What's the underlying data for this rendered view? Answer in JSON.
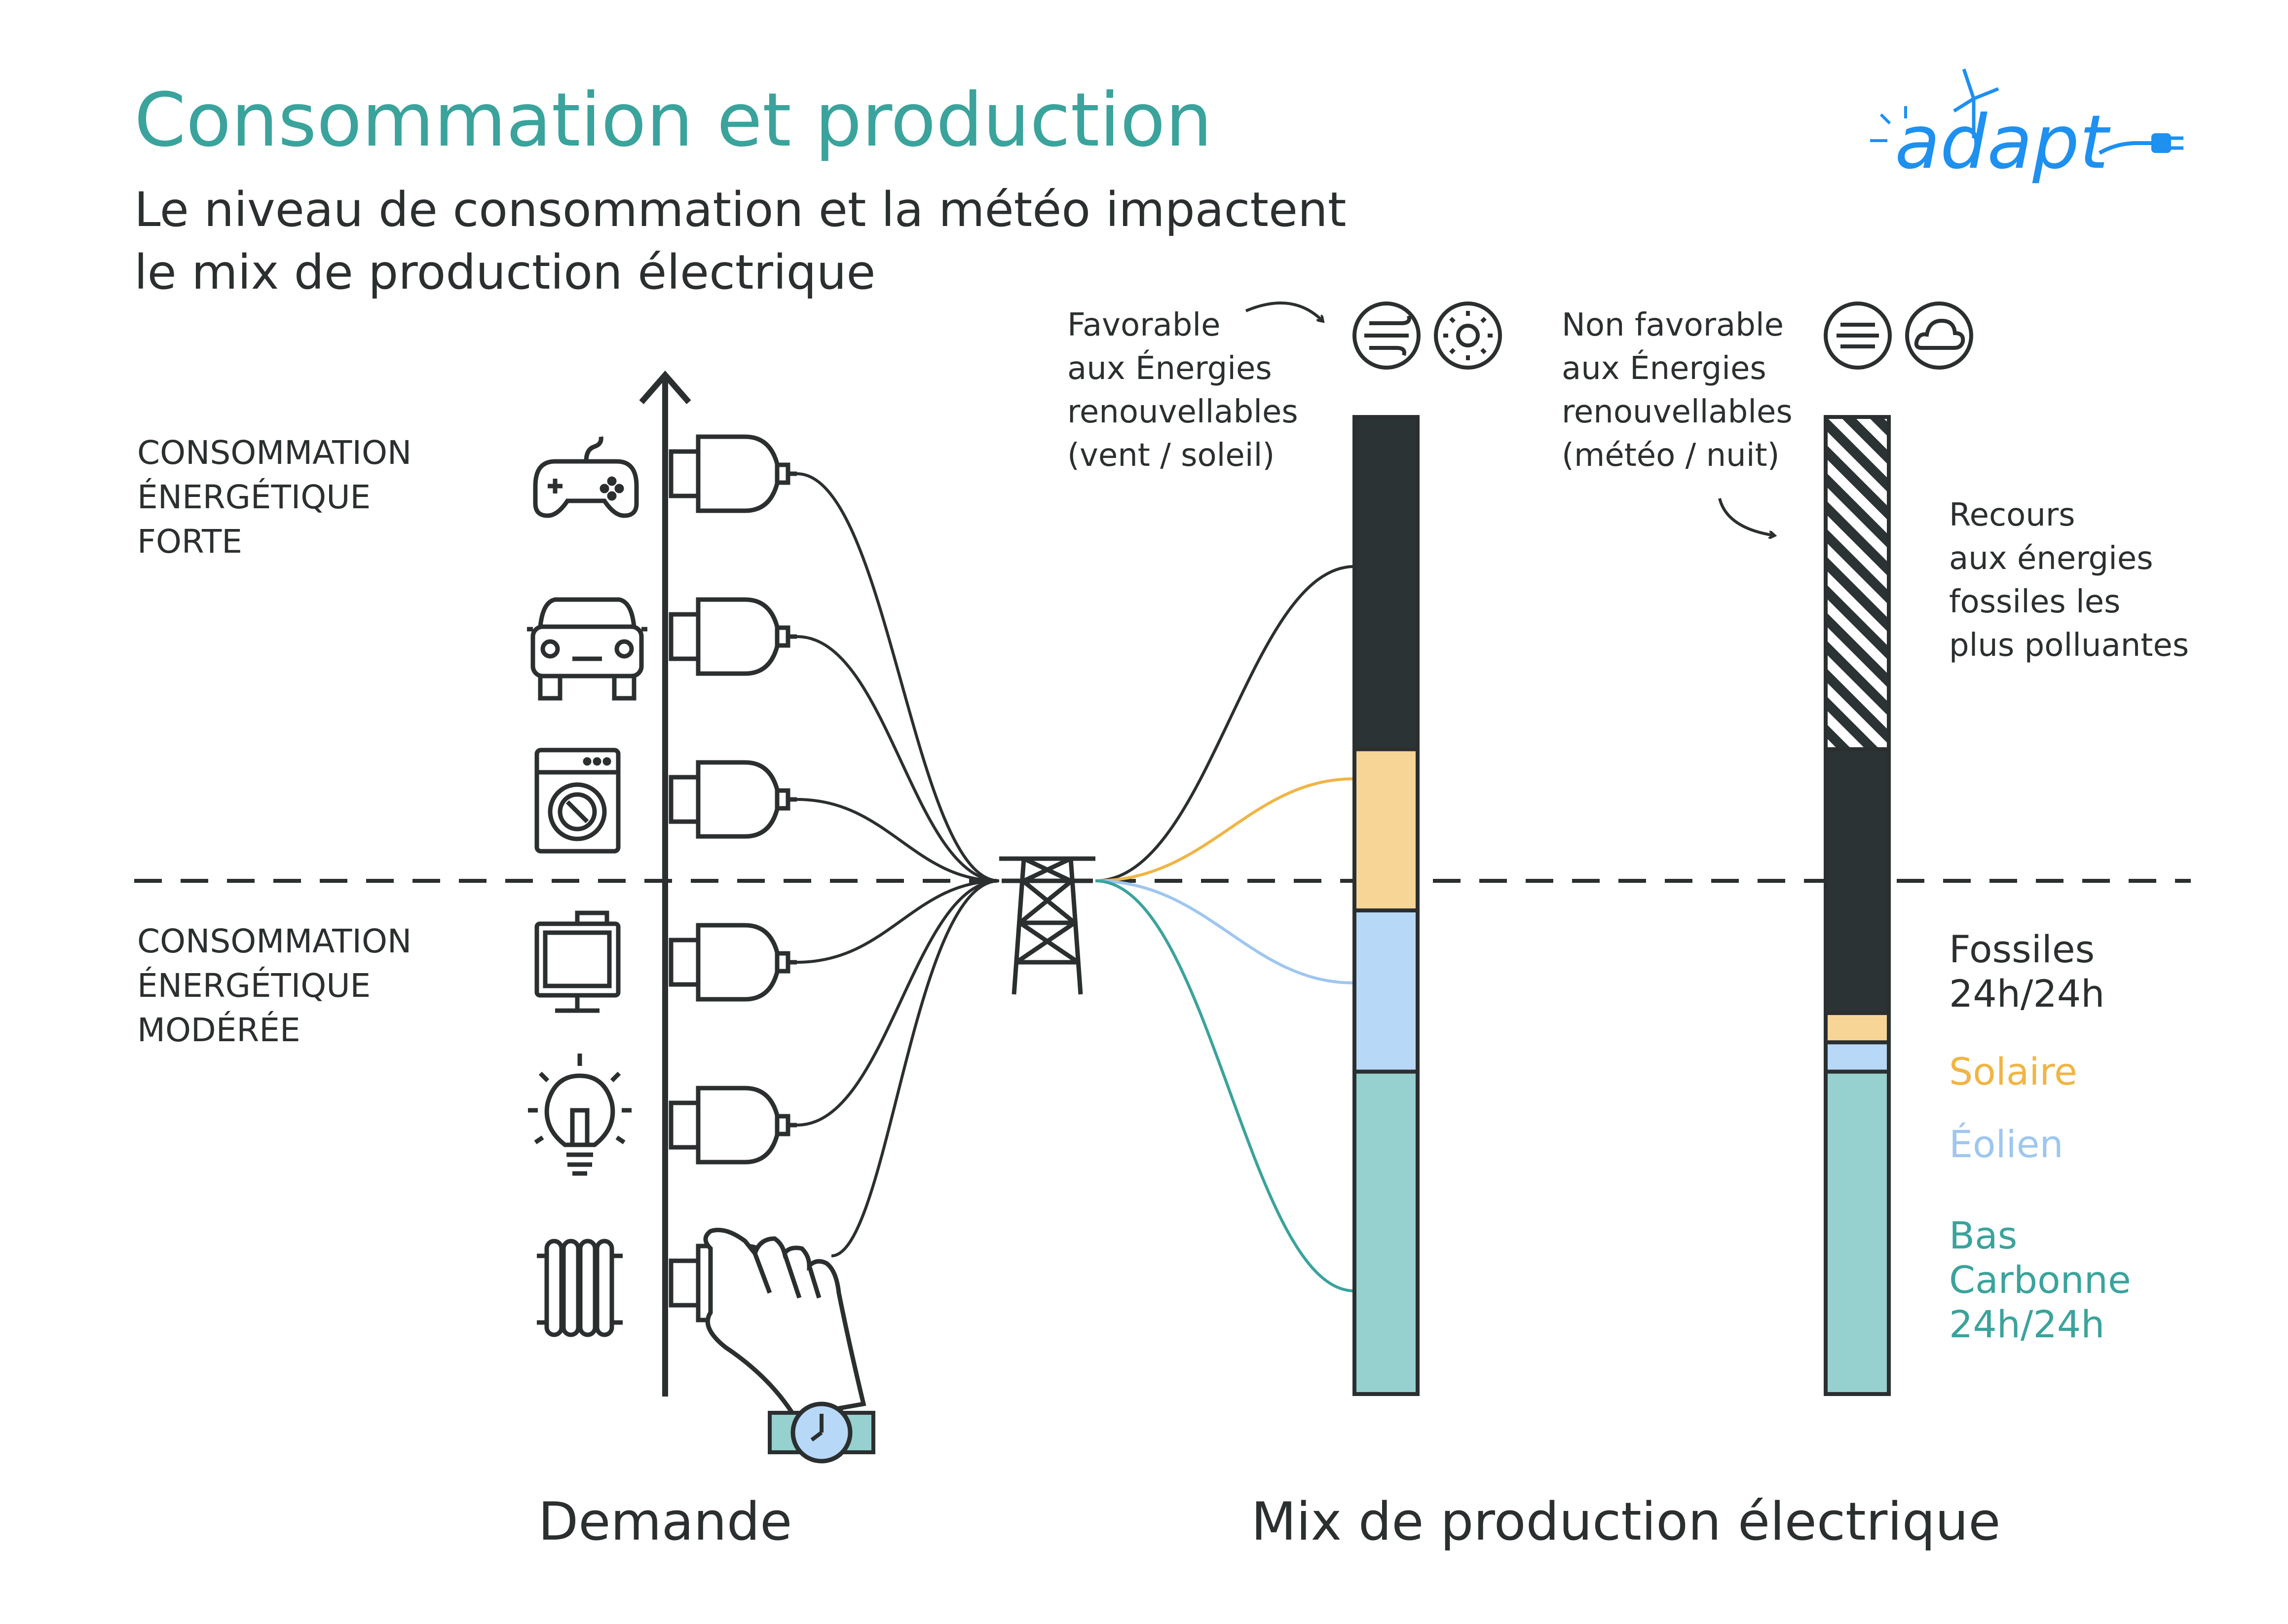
{
  "header": {
    "title": "Consommation et production",
    "subtitle_line1": "Le niveau de consommation et la météo impactent",
    "subtitle_line2": "le mix de production électrique"
  },
  "logo": {
    "text": "adapt"
  },
  "left_labels": {
    "high": [
      "CONSOMMATION",
      "ÉNERGÉTIQUE",
      "FORTE"
    ],
    "moderate": [
      "CONSOMMATION",
      "ÉNERGÉTIQUE",
      "MODÉRÉE"
    ]
  },
  "devices": [
    {
      "icon": "game-controller-icon"
    },
    {
      "icon": "car-icon"
    },
    {
      "icon": "washing-machine-icon"
    },
    {
      "icon": "television-icon"
    },
    {
      "icon": "light-bulb-icon"
    },
    {
      "icon": "radiator-icon"
    }
  ],
  "favorable": {
    "lines": [
      "Favorable",
      "aux Énergies",
      "renouvellables",
      "(vent / soleil)"
    ],
    "icons": [
      "wind-icon",
      "sun-icon"
    ]
  },
  "unfavorable": {
    "lines": [
      "Non favorable",
      "aux Énergies",
      "renouvellables",
      "(météo / nuit)"
    ],
    "icons": [
      "fog-icon",
      "cloud-icon"
    ]
  },
  "fossil_note": [
    "Recours",
    "aux énergies",
    "fossiles les",
    "plus polluantes"
  ],
  "legend": {
    "fossiles": [
      "Fossiles",
      "24h/24h"
    ],
    "solaire": "Solaire",
    "eolien": "Éolien",
    "bas_carbonne": [
      "Bas",
      "Carbonne",
      "24h/24h"
    ]
  },
  "colors": {
    "title": "#3aa39c",
    "text": "#2b2f30",
    "fossile": "#2b3335",
    "solaire": "#f7d596",
    "solaire_line": "#f0b545",
    "eolien": "#b8d8f7",
    "eolien_line": "#9ec6f0",
    "bas_carbonne": "#96d0cf",
    "bas_carbonne_line": "#3aa39c",
    "logo": "#1e90ef"
  },
  "bottom_labels": {
    "demande": "Demande",
    "mix": "Mix de production électrique"
  },
  "chart_data": [
    {
      "type": "bar",
      "title": "",
      "categories": [
        "Favorable aux Énergies renouvellables",
        "Non favorable aux Énergies renouvellables"
      ],
      "series": [
        {
          "name": "Bas Carbonne 24h/24h",
          "values": [
            33,
            33
          ]
        },
        {
          "name": "Éolien",
          "values": [
            16.5,
            3
          ]
        },
        {
          "name": "Solaire",
          "values": [
            16.5,
            3
          ]
        },
        {
          "name": "Fossiles 24h/24h",
          "values": [
            34,
            27
          ]
        },
        {
          "name": "Recours aux énergies fossiles les plus polluantes",
          "values": [
            0,
            34
          ]
        }
      ]
    }
  ]
}
